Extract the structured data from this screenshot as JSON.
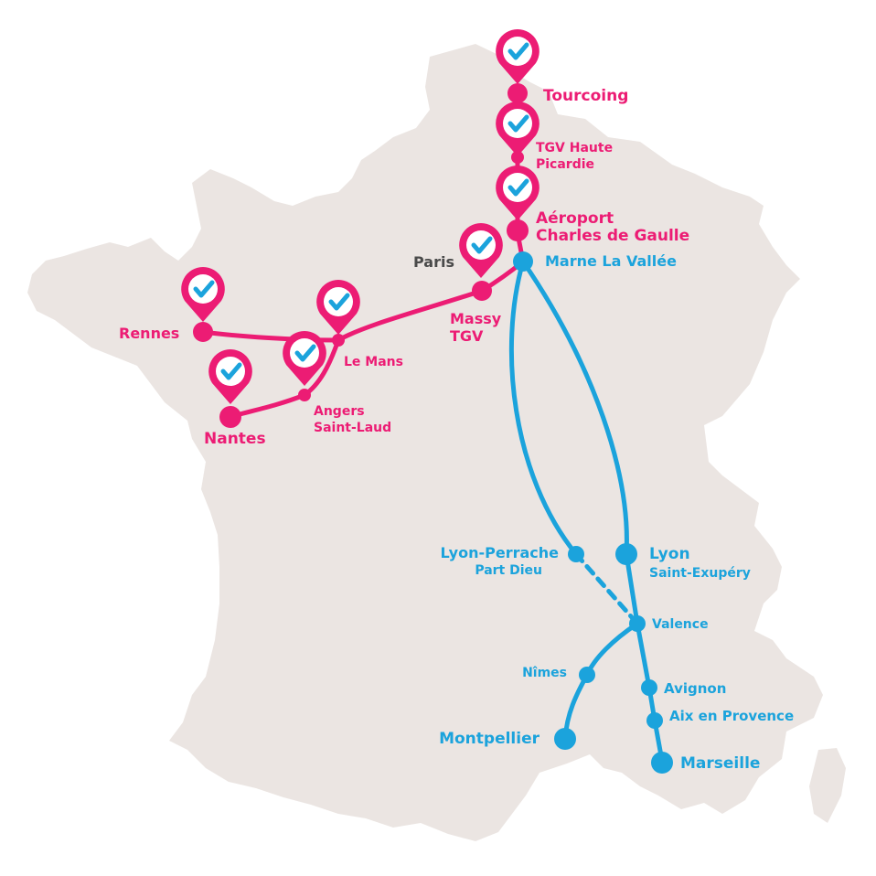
{
  "colors": {
    "land": "#ebe5e2",
    "pink": "#ec1c74",
    "blue": "#1ba3dc",
    "paris": "#4a4a4a",
    "white": "#ffffff"
  },
  "labels": {
    "tourcoing": "Tourcoing",
    "haute_picardie_1": "TGV Haute",
    "haute_picardie_2": "Picardie",
    "cdg_1": "Aéroport",
    "cdg_2": "Charles de Gaulle",
    "paris": "Paris",
    "marne": "Marne La Vallée",
    "massy_1": "Massy",
    "massy_2": "TGV",
    "rennes": "Rennes",
    "le_mans": "Le Mans",
    "angers_1": "Angers",
    "angers_2": "Saint-Laud",
    "nantes": "Nantes",
    "lyon_perrache": "Lyon-Perrache",
    "part_dieu": "Part Dieu",
    "lyon_se_1": "Lyon",
    "lyon_se_2": "Saint-Exupéry",
    "valence": "Valence",
    "nimes": "Nîmes",
    "avignon": "Avignon",
    "aix": "Aix en Provence",
    "montpellier": "Montpellier",
    "marseille": "Marseille"
  },
  "icons": {
    "checked_station": "map-pin-check-icon",
    "station": "station-dot-icon"
  }
}
